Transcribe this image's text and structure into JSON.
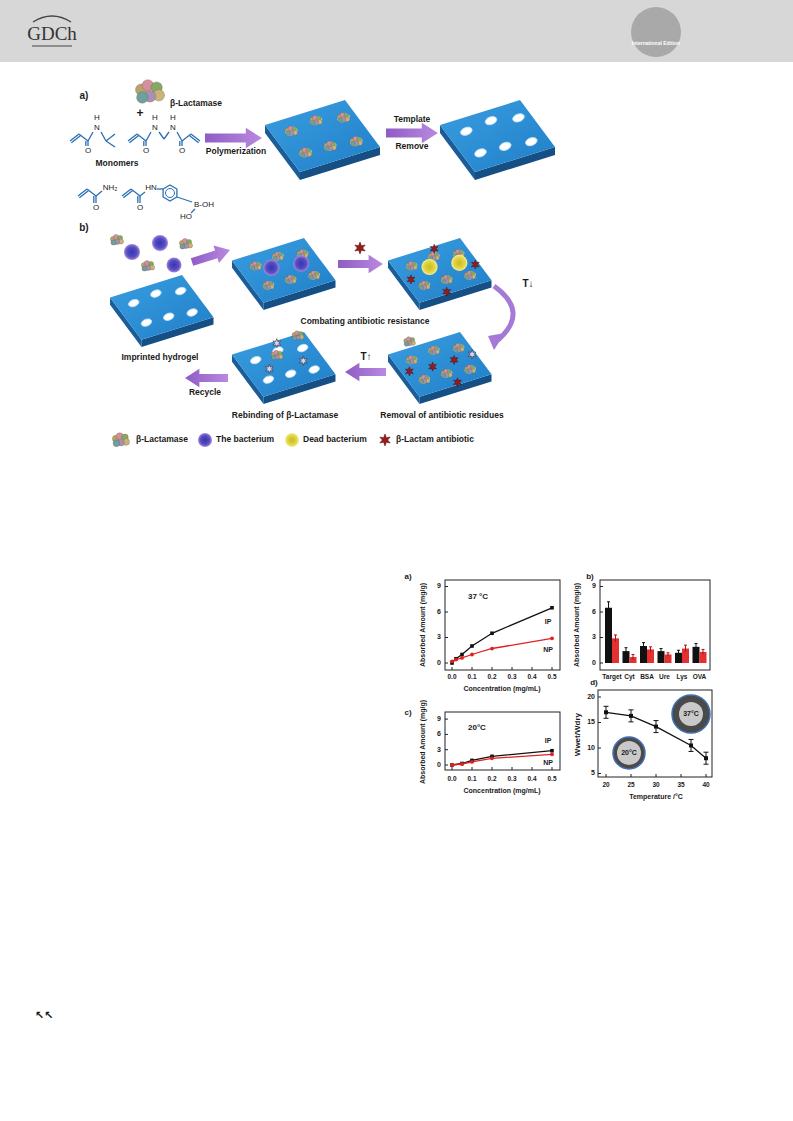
{
  "diagram": {
    "labels": [
      "GDCh",
      "International Edition",
      "a)",
      "β-Lactamase",
      "+",
      "H",
      "N",
      "O",
      "O",
      "N",
      "H",
      "N",
      "H",
      "O",
      "Monomers",
      "NH₂",
      "O",
      "HN",
      "O",
      "B-OH",
      "HO",
      "Polymerization",
      "Template",
      "Remove",
      "b)",
      "Combating antibiotic resistance",
      "T↓",
      "Imprinted hydrogel",
      "Recycle",
      "T↑",
      "Rebinding of β-Lactamase",
      "Removal of antibiotic residues",
      "a)",
      "37 °C",
      "IP",
      "NP",
      "Absorbed Amount (mg/g)",
      "0",
      "3",
      "6",
      "9",
      "0.0",
      "0.1",
      "0.2",
      "0.3",
      "0.4",
      "0.5",
      "Concentration (mg/mL)",
      "b)",
      "Absorbed Amount (mg/g)",
      "0",
      "3",
      "6",
      "9",
      "Target",
      "Cyt",
      "BSA",
      "Ure",
      "Lys",
      "OVA",
      "c)",
      "20°C",
      "IP",
      "NP",
      "Absorbed Amount (mg/g)",
      "0",
      "3",
      "6",
      "9",
      "0.0",
      "0.1",
      "0.2",
      "0.3",
      "0.4",
      "0.5",
      "Concentration (mg/mL)",
      "d)",
      "Wwet/Wdry",
      "5",
      "10",
      "15",
      "20",
      "20",
      "25",
      "30",
      "35",
      "40",
      "Temperature /°C",
      "37°C",
      "20°C",
      "↖↖"
    ],
    "legend": [
      {
        "text": "β-Lactamase"
      },
      {
        "text": "The bacterium"
      },
      {
        "text": "Dead bacterium"
      },
      {
        "text": "β-Lactam antibiotic"
      }
    ]
  }
}
